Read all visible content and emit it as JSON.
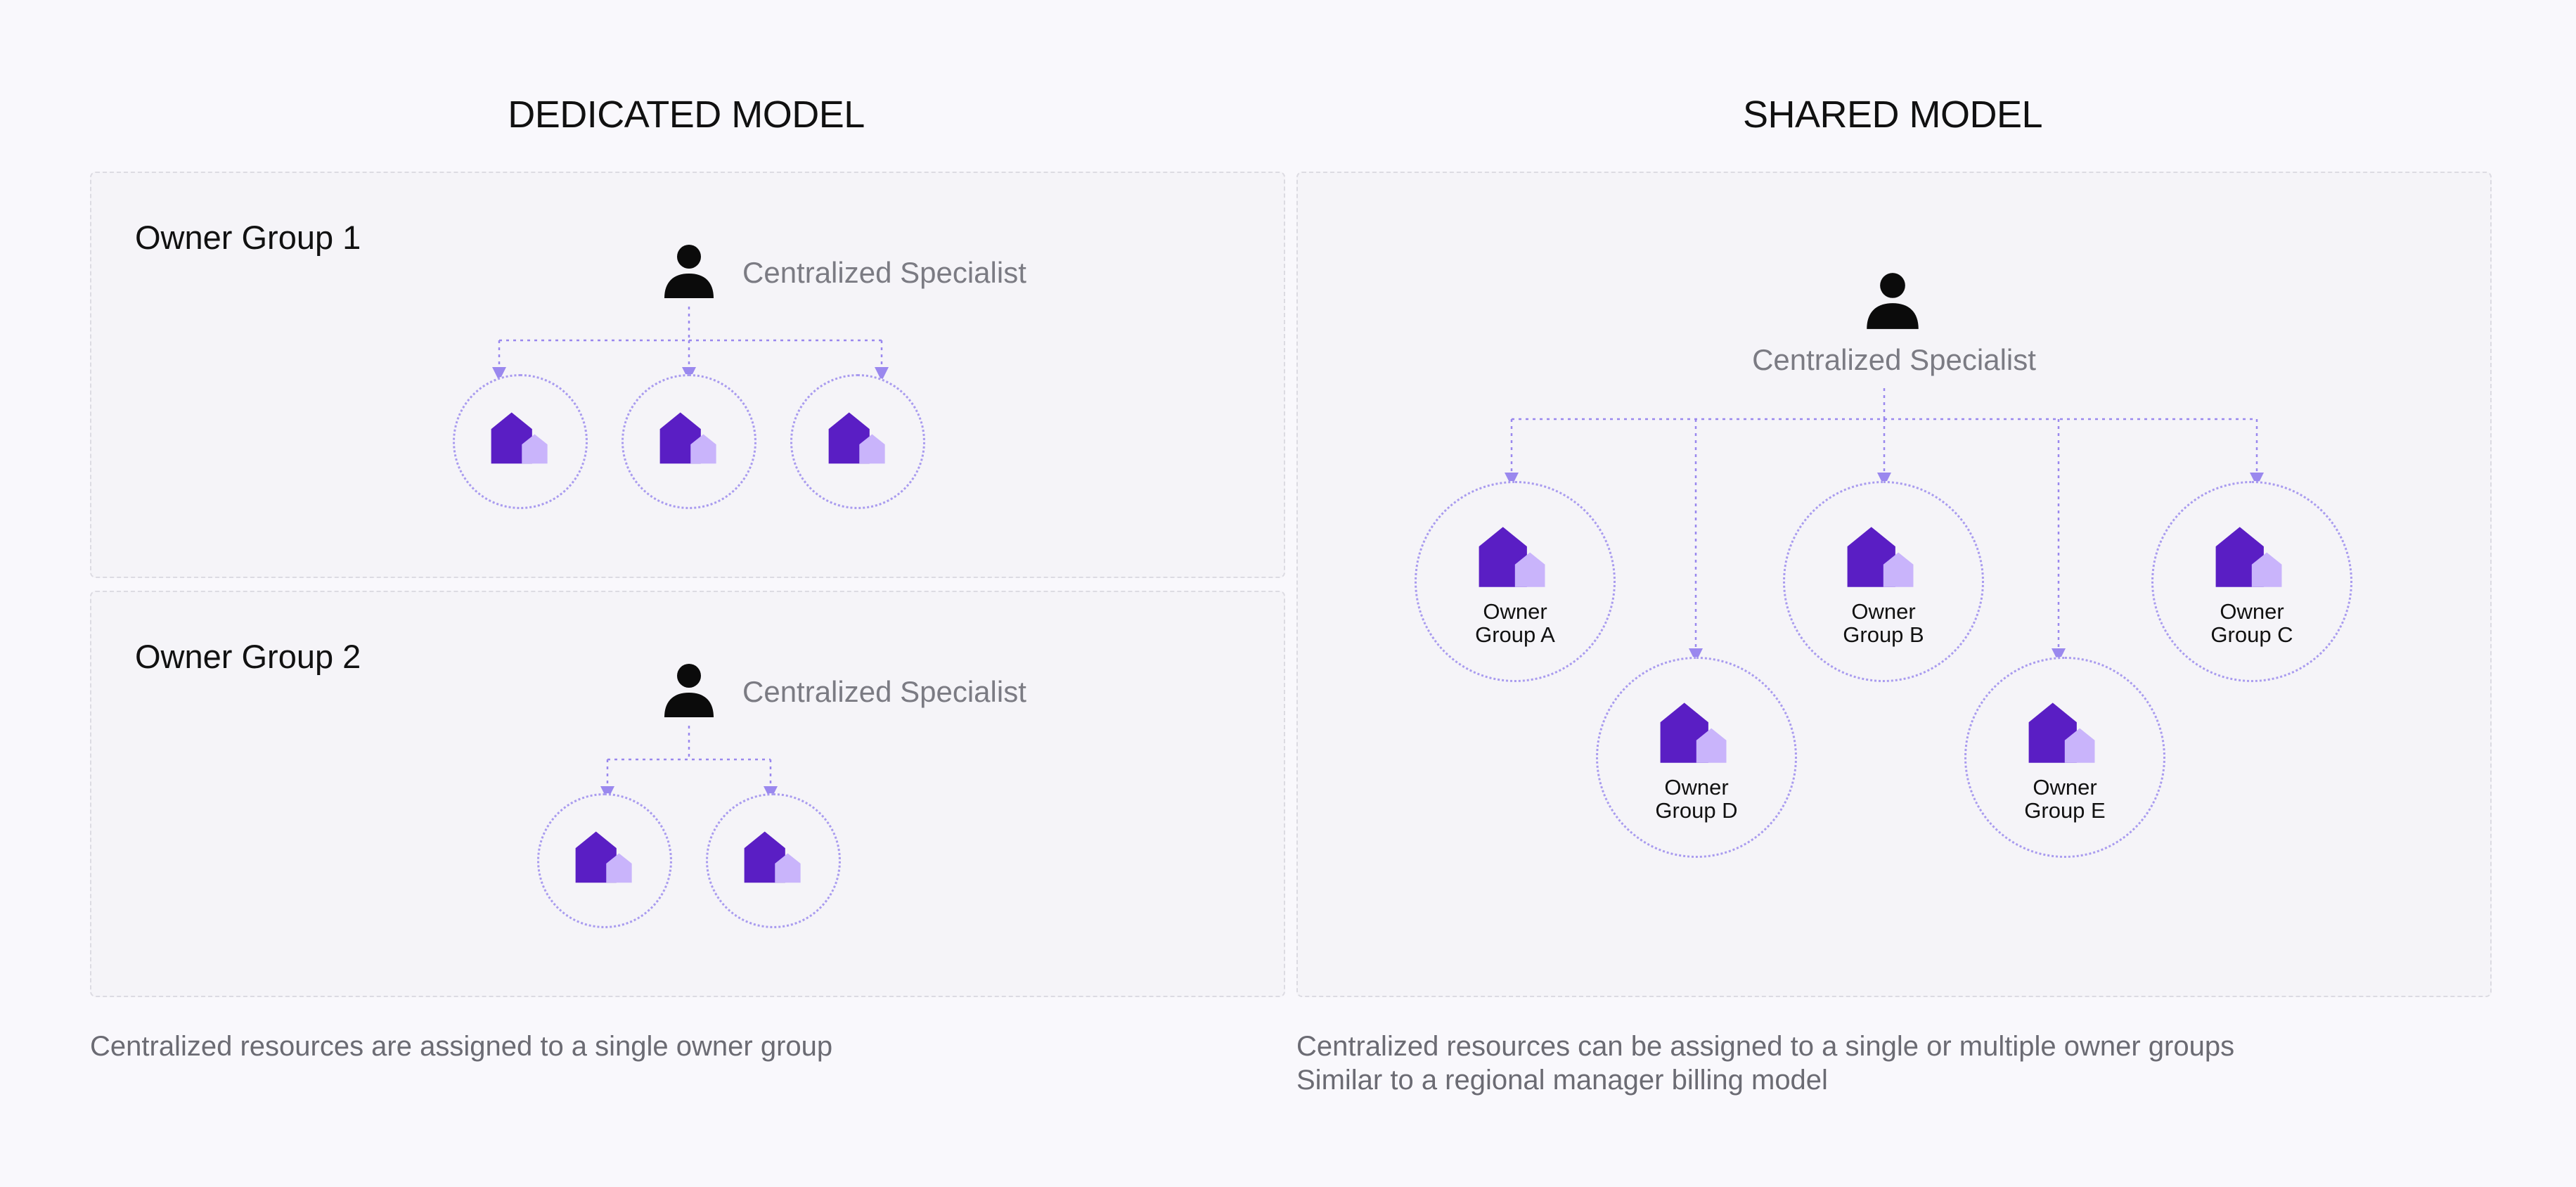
{
  "dedicated": {
    "title": "DEDICATED MODEL",
    "groups": [
      {
        "label": "Owner Group 1",
        "specialist": "Centralized Specialist",
        "properties": 3
      },
      {
        "label": "Owner Group 2",
        "specialist": "Centralized Specialist",
        "properties": 2
      }
    ],
    "caption": "Centralized resources are assigned to a single owner group"
  },
  "shared": {
    "title": "SHARED MODEL",
    "specialist": "Centralized Specialist",
    "nodes": [
      {
        "line1": "Owner",
        "line2": "Group A"
      },
      {
        "line1": "Owner",
        "line2": "Group D"
      },
      {
        "line1": "Owner",
        "line2": "Group B"
      },
      {
        "line1": "Owner",
        "line2": "Group E"
      },
      {
        "line1": "Owner",
        "line2": "Group C"
      }
    ],
    "caption_line1": "Centralized resources can be assigned to a single or multiple owner groups",
    "caption_line2": "Similar to a regional manager billing model"
  },
  "colors": {
    "house_dark": "#5a1ec4",
    "house_light": "#c9b4fb",
    "connector": "#9a88ee",
    "person": "#0b0b0b"
  },
  "icons": {
    "person": "person-icon",
    "property": "house-icon"
  }
}
